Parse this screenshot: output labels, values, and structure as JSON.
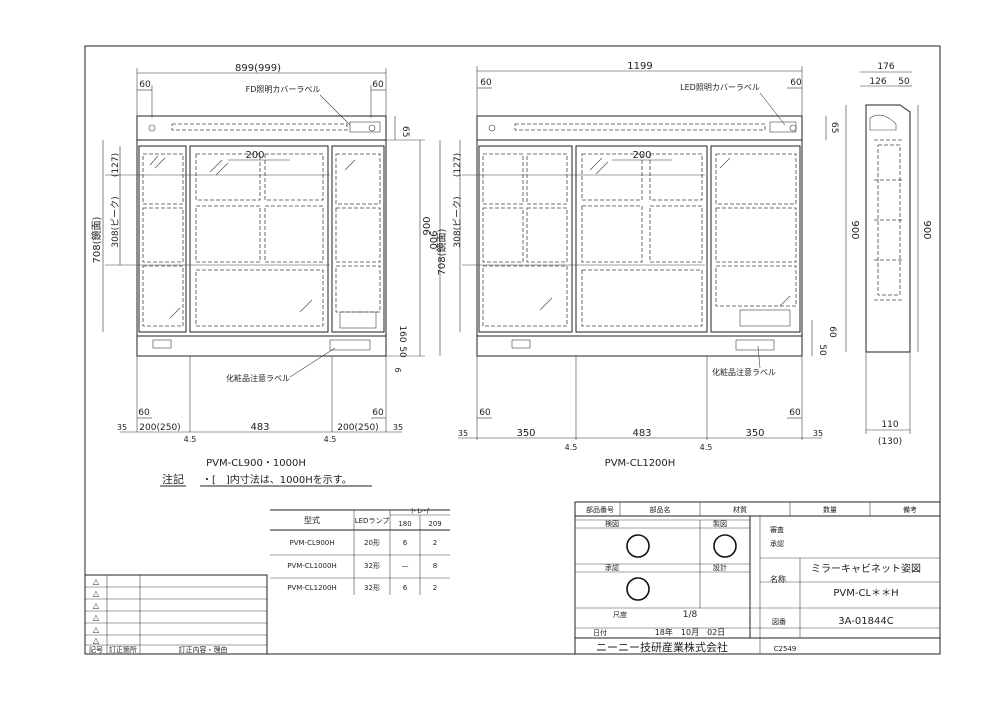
{
  "drawing_type": "mirror cabinet assembly drawing",
  "left_view": {
    "top_width": "899(999)",
    "top_left_60": "60",
    "top_right_60": "60",
    "led_label": "FD照明カバーラベル",
    "dim_65": "65",
    "dim_127": "(127)",
    "dim_308": "308(ピーク)",
    "dim_708": "708(鏡面)",
    "dim_900": "900",
    "dim_200": "200",
    "dim_160": "160",
    "dim_50": "50",
    "dim_6": "6",
    "bottom_label": "化粧品注意ラベル",
    "bot_60_left": "60",
    "bot_60_right": "60",
    "bot_35_left": "35",
    "bot_200_left": "200(250)",
    "bot_45_left": "4.5",
    "bot_483": "483",
    "bot_45_right": "4.5",
    "bot_200_right": "200(250)",
    "bot_35_right": "35",
    "caption": "PVM-CL900・1000H"
  },
  "center_view": {
    "top_width": "1199",
    "top_left_60": "60",
    "top_right_60": "60",
    "led_label": "LED照明カバーラベル",
    "dim_65": "65",
    "dim_127": "(127)",
    "dim_308": "308(ピーク)",
    "dim_708": "708(鏡面)",
    "dim_900": "900",
    "dim_200": "200",
    "dim_60": "60",
    "dim_50": "50",
    "bottom_label": "化粧品注意ラベル",
    "bot_60_left": "60",
    "bot_60_right": "60",
    "bot_35_left": "35",
    "bot_350_left": "350",
    "bot_45_left": "4.5",
    "bot_483": "483",
    "bot_45_right": "4.5",
    "bot_350_right": "350",
    "bot_35_right": "35",
    "caption": "PVM-CL1200H"
  },
  "side_view": {
    "dim_176": "176",
    "dim_126": "126",
    "dim_50": "50",
    "dim_900": "900",
    "dim_110": "110",
    "dim_130": "(130)"
  },
  "note": {
    "title": "注記",
    "text": "・[　]内寸法は、1000Hを示す。"
  },
  "spec_table": {
    "headers": [
      "型式",
      "LEDランプ",
      "トレイ"
    ],
    "tray_cols": [
      "180",
      "209"
    ],
    "rows": [
      {
        "model": "PVM-CL900H",
        "led": "20形",
        "t180": "6",
        "t209": "2"
      },
      {
        "model": "PVM-CL1000H",
        "led": "32形",
        "t180": "—",
        "t209": "8"
      },
      {
        "model": "PVM-CL1200H",
        "led": "32形",
        "t180": "6",
        "t209": "2"
      }
    ]
  },
  "title_block": {
    "top_headers": [
      "部品番号",
      "部品名",
      "材質",
      "数量",
      "備考"
    ],
    "role_labels": [
      "検図",
      "製図",
      "承認",
      "設計",
      "審査",
      "承認"
    ],
    "title_label": "名称",
    "title_value": "ミラーキャビネット姿図",
    "model_value": "PVM-CL＊＊H",
    "scale_label": "尺度",
    "scale_value": "1/8",
    "date_label": "日付",
    "date_value": "18年　10月　02日",
    "drawing_no_label": "図番",
    "drawing_no": "3A-01844C",
    "company": "ニーニー技研産業株式会社",
    "sheet_code": "C2549"
  },
  "revision_block": {
    "symbols": [
      "△",
      "△",
      "△",
      "△",
      "△",
      "△"
    ],
    "footer": [
      "記号",
      "訂正箇所",
      "訂正内容・理由"
    ]
  }
}
